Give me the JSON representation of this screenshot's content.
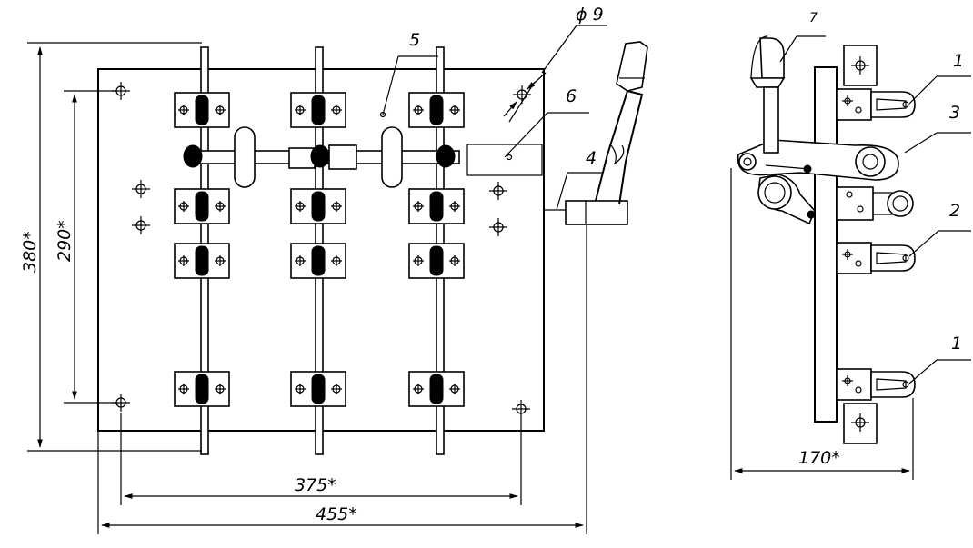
{
  "front_view": {
    "dimensions": {
      "height_outer": "380*",
      "height_inner": "290*",
      "width_inner": "375*",
      "width_outer": "455*"
    },
    "hole_diameter": "ϕ 9",
    "callouts": {
      "c5": "5",
      "c6": "6",
      "c4": "4"
    }
  },
  "side_view": {
    "dimensions": {
      "depth": "170*"
    },
    "callouts": {
      "c7": "7",
      "c1a": "1",
      "c3": "3",
      "c2": "2",
      "c1b": "1"
    }
  }
}
